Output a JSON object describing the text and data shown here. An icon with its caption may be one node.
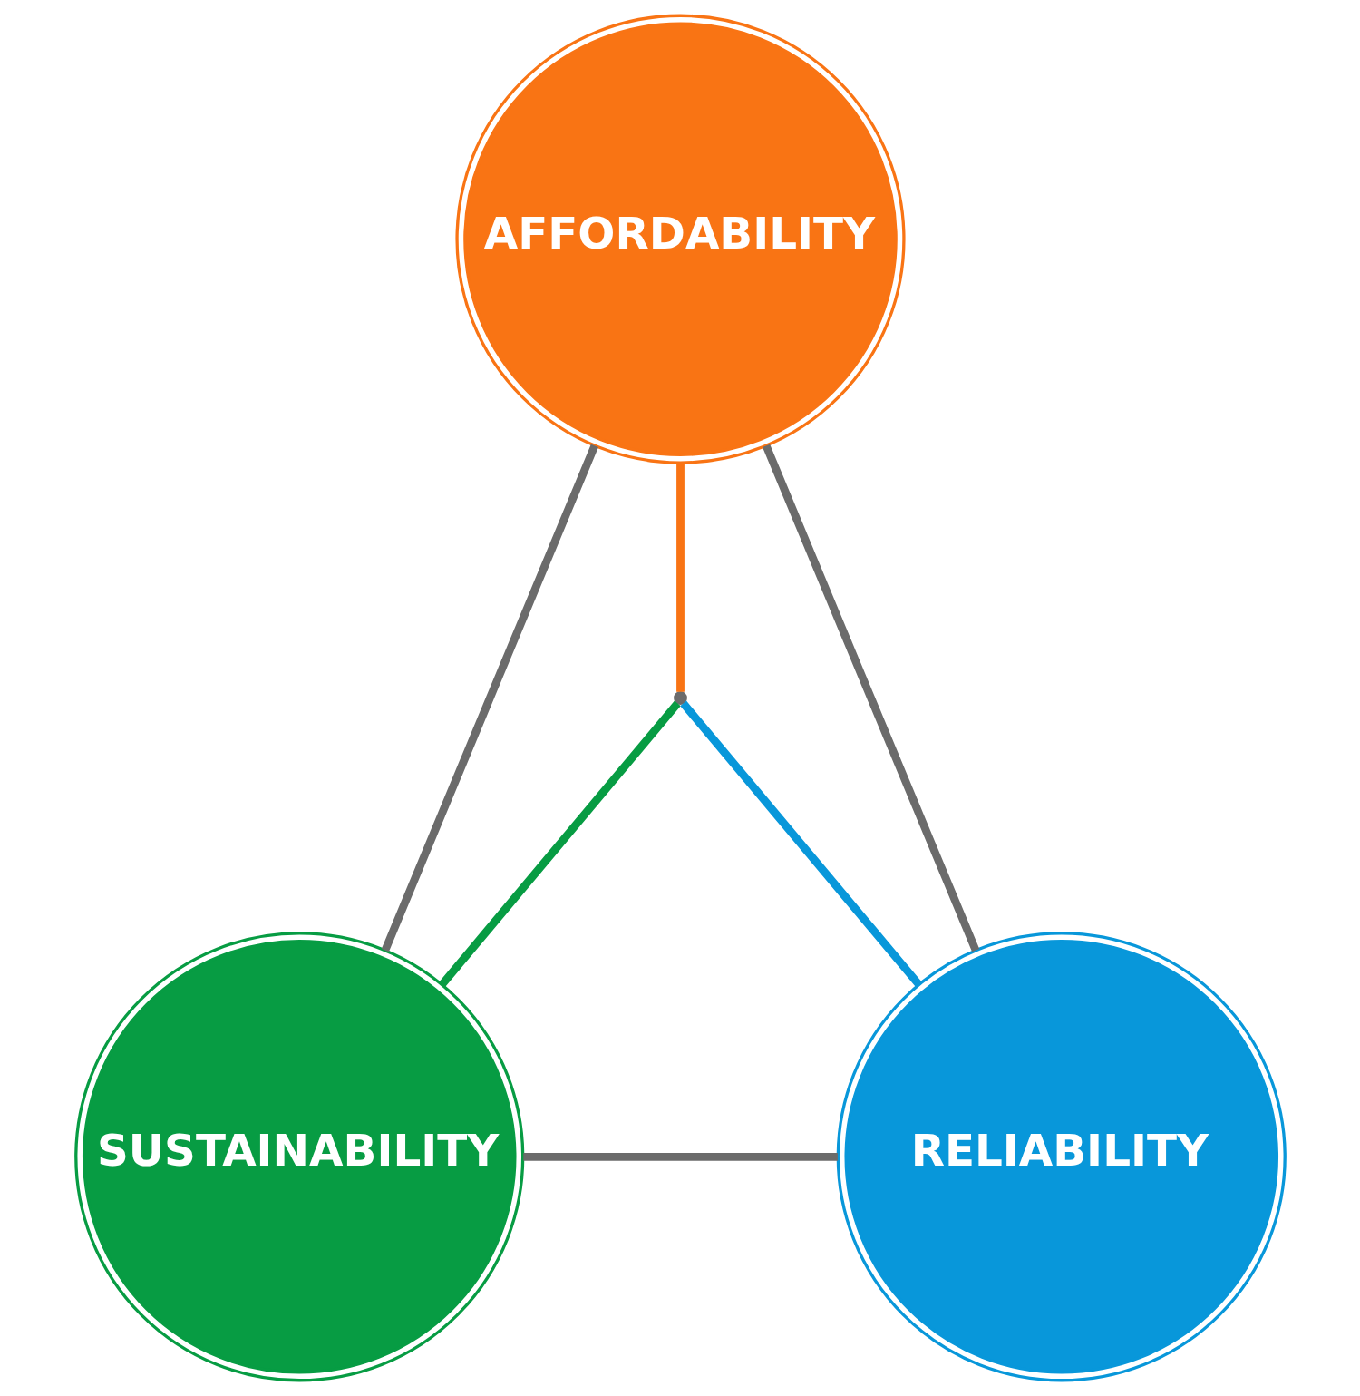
{
  "diagram": {
    "nodes": [
      {
        "text": [
          "AFFORDABILITY"
        ]
      },
      {
        "text": [],
        "shape": "point"
      },
      {
        "text": [
          "SUSTAINABILITY"
        ]
      },
      {
        "text": [
          "RELIABILITY"
        ]
      }
    ],
    "edges": [
      {
        "from": 0,
        "to": 2,
        "arrow": "none",
        "color": "#6b6b6b"
      },
      {
        "from": 0,
        "to": 3,
        "arrow": "none",
        "color": "#6b6b6b"
      },
      {
        "from": 2,
        "to": 3,
        "arrow": "none",
        "color": "#6b6b6b"
      },
      {
        "from": 0,
        "to": 1,
        "arrow": "none",
        "color": "#f97414"
      },
      {
        "from": 1,
        "to": 2,
        "arrow": "none",
        "color": "#079c43"
      },
      {
        "from": 1,
        "to": 3,
        "arrow": "none",
        "color": "#0897da"
      }
    ]
  }
}
